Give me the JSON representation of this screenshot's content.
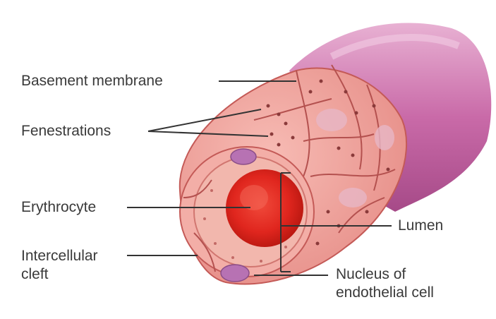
{
  "labels": {
    "basement_membrane": "Basement membrane",
    "fenestrations": "Fenestrations",
    "erythrocyte": "Erythrocyte",
    "lumen": "Lumen",
    "intercellular_cleft_line1": "Intercellular",
    "intercellular_cleft_line2": "cleft",
    "nucleus_line1": "Nucleus of",
    "nucleus_line2": "endothelial cell"
  },
  "colors": {
    "outer_tube": "#c96aa8",
    "outer_tube_light": "#e6a9cf",
    "endothelium": "#f0a19b",
    "endothelium_dark": "#c45a57",
    "lumen": "#f2b7ad",
    "erythrocyte": "#e0261e",
    "nucleus": "#b772b3",
    "leader_line": "#333333",
    "text": "#3a3a3a"
  }
}
